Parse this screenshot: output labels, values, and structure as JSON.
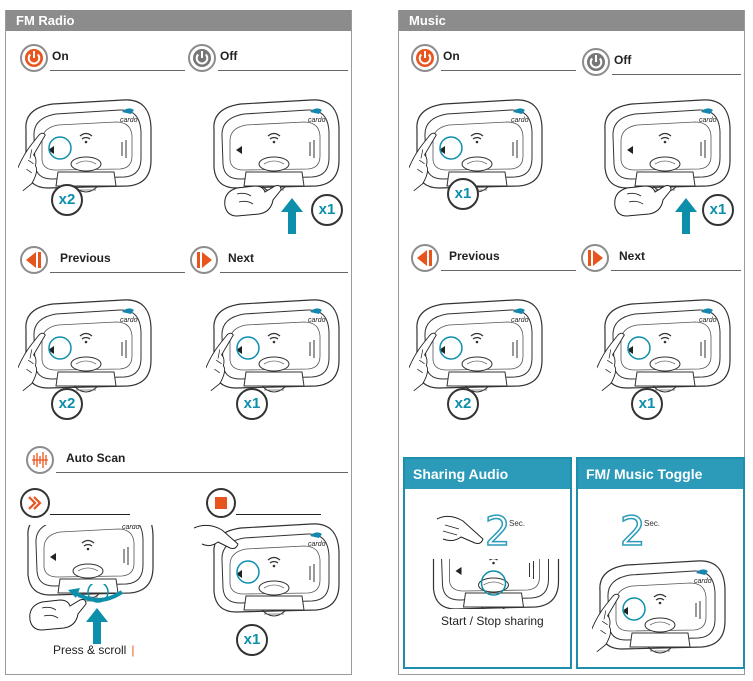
{
  "fm": {
    "title": "FM Radio",
    "on": "On",
    "off": "Off",
    "previous": "Previous",
    "next": "Next",
    "auto_scan": "Auto Scan",
    "x2_a": "x2",
    "x1_b": "x1",
    "x2_c": "x2",
    "x1_d": "x1",
    "x1_e": "x1",
    "press_scroll": "Press & scroll"
  },
  "music": {
    "title": "Music",
    "on": "On",
    "off": "Off",
    "previous": "Previous",
    "next": "Next",
    "x1_a": "x1",
    "x1_b": "x1",
    "x2_c": "x2",
    "x1_d": "x1"
  },
  "sharing": {
    "title": "Sharing Audio",
    "digit": "2",
    "sec": "Sec.",
    "caption": "Start / Stop sharing"
  },
  "toggle": {
    "title": "FM/ Music Toggle",
    "digit": "2",
    "sec": "Sec."
  },
  "brand": "cardo",
  "colors": {
    "orange": "#e8541e",
    "teal": "#0c8fab",
    "gray": "#8c8c8c"
  }
}
